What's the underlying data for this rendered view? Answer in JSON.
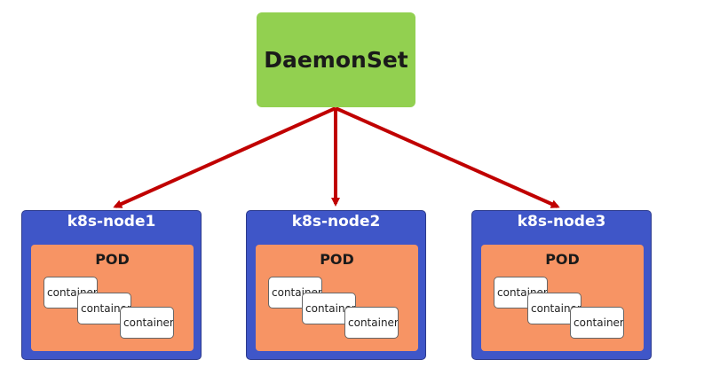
{
  "diagram": {
    "daemonset": {
      "label": "DaemonSet"
    },
    "nodes": [
      {
        "label": "k8s-node1",
        "pod": {
          "label": "POD",
          "containers": [
            "container",
            "container",
            "container"
          ]
        }
      },
      {
        "label": "k8s-node2",
        "pod": {
          "label": "POD",
          "containers": [
            "container",
            "container",
            "container"
          ]
        }
      },
      {
        "label": "k8s-node3",
        "pod": {
          "label": "POD",
          "containers": [
            "container",
            "container",
            "container"
          ]
        }
      }
    ]
  },
  "colors": {
    "daemonset_fill": "#92d050",
    "node_fill": "#3f56c8",
    "pod_fill": "#f79464",
    "container_fill": "#ffffff",
    "arrow": "#c00000"
  }
}
